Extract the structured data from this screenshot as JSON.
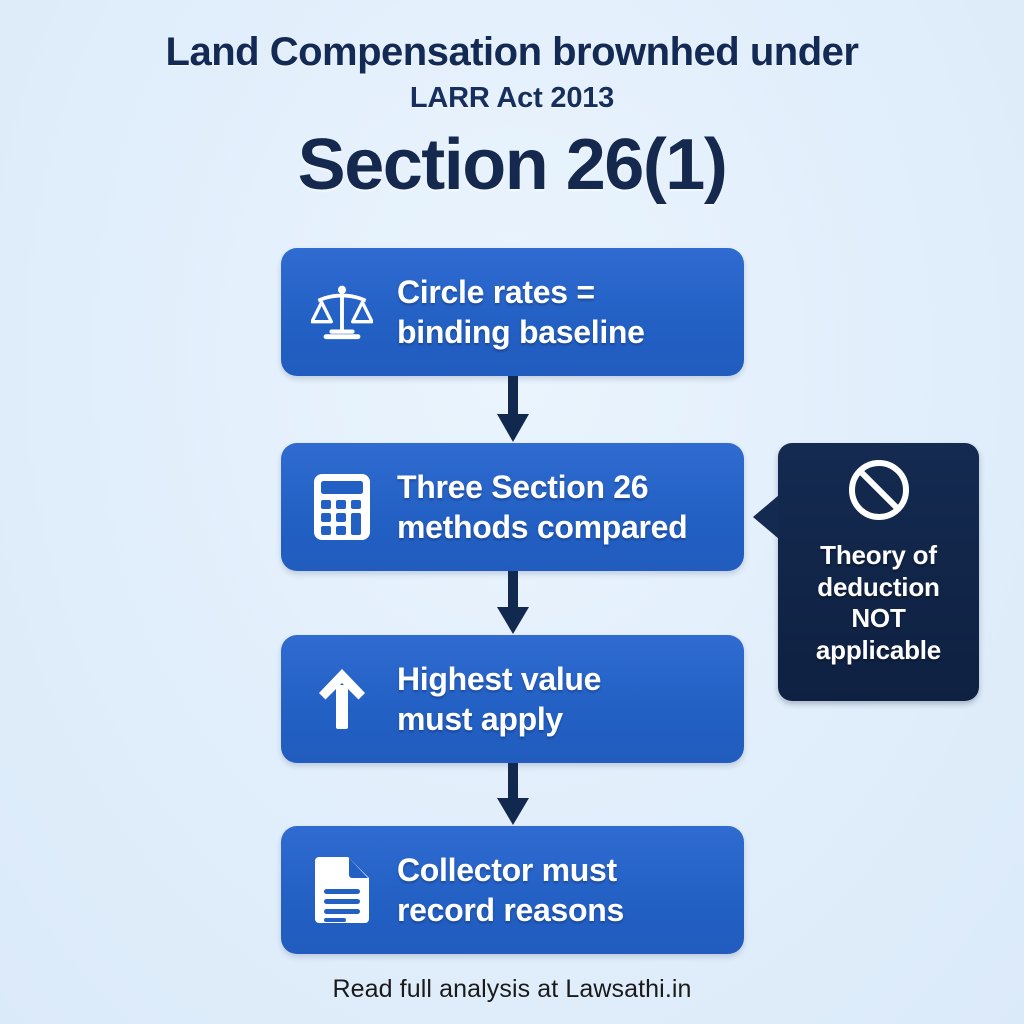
{
  "header": {
    "title_line1": "Land Compensation brownhed under",
    "title_line2": "LARR Act 2013",
    "section_heading": "Section 26(1)"
  },
  "flow": {
    "steps": [
      {
        "icon": "scales-of-justice-icon",
        "line1": "Circle rates =",
        "line2": "binding baseline"
      },
      {
        "icon": "calculator-icon",
        "line1": "Three Section 26",
        "line2": "methods compared"
      },
      {
        "icon": "up-arrow-icon",
        "line1": "Highest value",
        "line2": "must apply"
      },
      {
        "icon": "document-icon",
        "line1": "Collector must",
        "line2": "record reasons"
      }
    ],
    "connector_icon": "down-arrow-connector-icon"
  },
  "callout": {
    "icon": "prohibited-sign-icon",
    "line1": "Theory of",
    "line2": "deduction",
    "line3": "NOT",
    "line4": "applicable"
  },
  "footer": {
    "text": "Read full analysis at Lawsathi.in"
  },
  "colors": {
    "background": "#e3f0fc",
    "box_blue": "#2360c4",
    "navy": "#142a50",
    "heading_navy": "#15294f",
    "white": "#ffffff"
  }
}
